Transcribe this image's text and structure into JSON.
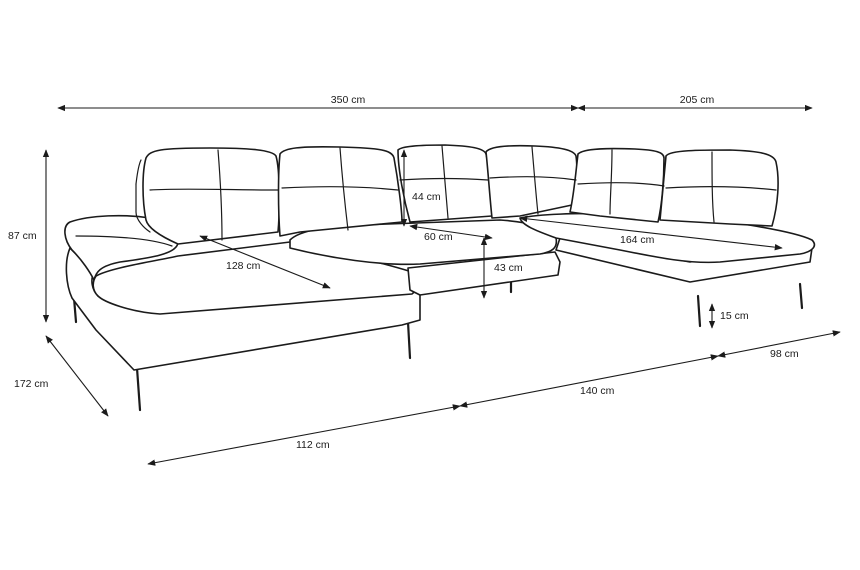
{
  "dimensions": {
    "total_width": "350 cm",
    "right_section_width": "205 cm",
    "height": "87 cm",
    "backrest_height": "44 cm",
    "seat_depth": "60 cm",
    "right_chaise_length": "164 cm",
    "left_chaise_length": "128 cm",
    "seat_height": "43 cm",
    "leg_height": "15 cm",
    "left_depth": "172 cm",
    "front_left_width": "112 cm",
    "front_middle_width": "140 cm",
    "right_depth": "98 cm"
  },
  "colors": {
    "line": "#1b1b1b",
    "background": "#ffffff"
  }
}
